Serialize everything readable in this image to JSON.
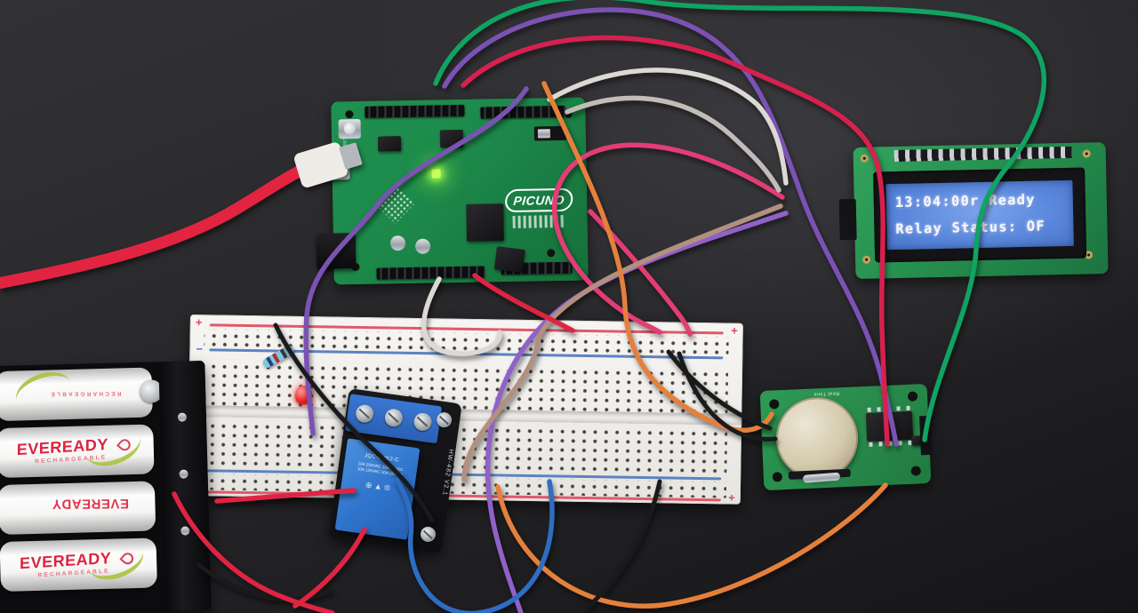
{
  "colors": {
    "usb_cable": "#e32440",
    "crimson": "#d6214e",
    "pink": "#e23d74",
    "purple": "#7b52b4",
    "violet": "#9061c8",
    "green": "#10a362",
    "orange": "#e5803c",
    "white_wire": "#ddd8d3",
    "gray_wire": "#c3bcb6",
    "tan": "#b2907f",
    "black_wire": "#1a1a1d",
    "blue": "#2e6dc2",
    "red_wire": "#df2442",
    "board_green": "#1d8a4b",
    "lcd_screen_blue": "#5b88dd",
    "relay_blue": "#2f74cc"
  },
  "board": {
    "brand": "PICUNO",
    "reset_label": "RESET"
  },
  "lcd": {
    "line1": "13:04:00r Ready",
    "line2": "Relay Status: OF"
  },
  "relay": {
    "model": "JQC-6MK2-C",
    "rating1": "10A 250VAC 10A 30VDC",
    "rating2": "10A 125VAC 10A 28VDC",
    "edge_label": "HW-482 V2.1",
    "cert_marks": "⊕ ▲ ®"
  },
  "rtc": {
    "label": "Real Time"
  },
  "battery": {
    "brand": "EVEREADY",
    "type": "RECHARGEABLE"
  },
  "breadboard": {
    "plus": "+",
    "minus": "−"
  }
}
